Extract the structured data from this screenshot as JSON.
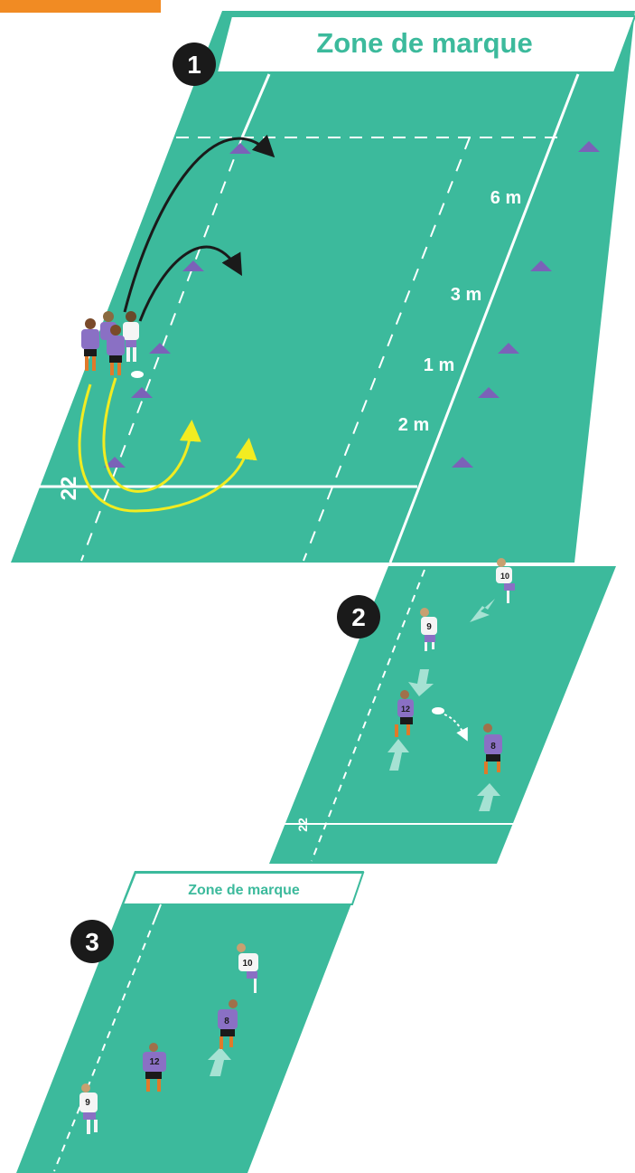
{
  "diagram": {
    "panel1": {
      "step": "1",
      "zone_label": "Zone de marque",
      "line_22": "22",
      "distances": [
        "6 m",
        "3 m",
        "1 m",
        "2 m"
      ]
    },
    "panel2": {
      "step": "2",
      "line_22": "22",
      "players": [
        {
          "number": "10",
          "team": "white"
        },
        {
          "number": "9",
          "team": "white"
        },
        {
          "number": "12",
          "team": "purple"
        },
        {
          "number": "8",
          "team": "purple"
        }
      ]
    },
    "panel3": {
      "step": "3",
      "zone_label": "Zone de marque",
      "players": [
        {
          "number": "10",
          "team": "white"
        },
        {
          "number": "8",
          "team": "purple"
        },
        {
          "number": "12",
          "team": "purple"
        },
        {
          "number": "9",
          "team": "white"
        }
      ]
    }
  },
  "colors": {
    "pitch": "#3cba9c",
    "lines": "#ffffff",
    "cone": "#7b62b8",
    "purple_jersey": "#8a70c4",
    "white_jersey": "#f5f5f5",
    "socks": "#e07a2a",
    "attack_arrow": "#f2ec21",
    "run_arrow": "#1a1a1a",
    "header_bar": "#f18b23",
    "step_badge": "#1a1a1a",
    "direction_arrow": "#a6e2d3"
  }
}
